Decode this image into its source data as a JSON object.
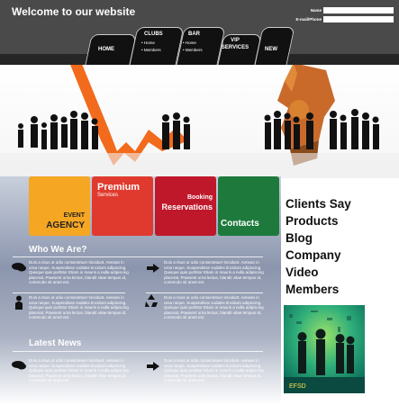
{
  "header": {
    "welcome": "Welcome to our website",
    "name_label": "Name",
    "email_label": "E-mail/Phone"
  },
  "nav": {
    "home": "HOME",
    "clubs": {
      "label": "CLUBS",
      "items": [
        "Home",
        "Members"
      ]
    },
    "bar": {
      "label": "BAR",
      "items": [
        "Home",
        "Members"
      ]
    },
    "vip_services": [
      "VIP",
      "SERVICES"
    ],
    "new": "NEW"
  },
  "tiles": {
    "event": {
      "small": "EVENT",
      "big": "AGENCY",
      "color": "#f5a623"
    },
    "premium": {
      "big": "Premium",
      "small": "Services",
      "color": "#e03a2e"
    },
    "booking": {
      "small": "Booking",
      "big": "Reservations",
      "color": "#c0182b"
    },
    "contacts": {
      "big": "Contacts",
      "color": "#1e7a3c"
    }
  },
  "who_we_are": {
    "title": "Who We Are?",
    "blurbs": [
      "Duis a risus ut odio consectetuer tincidunt. Aenean in urna neque. Suspendisse sodales tincidunt adipiscing. Quisque quis porttitor Etiam in mauris a nulla adipiscing placerat. Praesent urna lectus, blandit vitae tempus id, commodo sit amet est.",
      "Duis a risus ut odio consectetuer tincidunt. Aenean in urna neque. Suspendisse sodales tincidunt adipiscing. Quisque quis porttitor Etiam in mauris a nulla adipiscing placerat. Praesent urna lectus, blandit vitae tempus id, commodo sit amet est.",
      "Duis a risus ut odio consectetuer tincidunt. Aenean in urna neque. Suspendisse sodales tincidunt adipiscing. Quisque quis porttitor Etiam in mauris a nulla adipiscing placerat. Praesent urna lectus, blandit vitae tempus id, commodo sit amet est.",
      "Duis a risus ut odio consectetuer tincidunt. Aenean in urna neque. Suspendisse sodales tincidunt adipiscing. Quisque quis porttitor Etiam in mauris a nulla adipiscing placerat. Praesent urna lectus, blandit vitae tempus id, commodo sit amet est."
    ]
  },
  "latest_news": {
    "title": "Latest News",
    "blurbs": [
      "Duis a risus ut odio consectetuer tincidunt. Aenean in urna neque. Suspendisse sodales tincidunt adipiscing. Quisque quis porttitor Etiam in mauris a nulla adipiscing placerat. Praesent urna lectus, blandit vitae tempus id, commodo sit amet est.",
      "Duis a risus ut odio consectetuer tincidunt. Aenean in urna neque. Suspendisse sodales tincidunt adipiscing. Quisque quis porttitor Etiam in mauris a nulla adipiscing placerat. Praesent urna lectus, blandit vitae tempus id, commodo sit amet est."
    ]
  },
  "right_links": [
    "Clients Say",
    "Products",
    "Blog",
    "Company",
    "Video",
    "Members"
  ],
  "promo": {
    "text": "EFSD"
  },
  "icons": [
    "speech-bubble-icon",
    "arrow-right-icon",
    "person-icon",
    "recycle-icon"
  ]
}
